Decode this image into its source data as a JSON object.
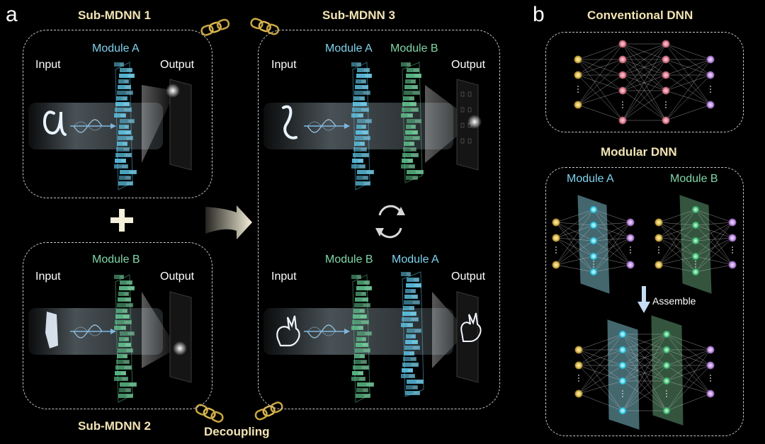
{
  "panel_a": {
    "letter": "a",
    "sub1": {
      "title": "Sub-MDNN 1",
      "input": "Input",
      "module": "Module A",
      "output": "Output"
    },
    "sub2": {
      "title": "Sub-MDNN 2",
      "input": "Input",
      "module": "Module B",
      "output": "Output"
    },
    "sub3": {
      "title": "Sub-MDNN 3",
      "top": {
        "input": "Input",
        "module1": "Module A",
        "module2": "Module B",
        "output": "Output"
      },
      "bottom": {
        "input": "Input",
        "module1": "Module B",
        "module2": "Module A",
        "output": "Output"
      }
    },
    "decoupling": "Decoupling"
  },
  "panel_b": {
    "letter": "b",
    "conventional_title": "Conventional DNN",
    "modular_title": "Modular DNN",
    "module_a": "Module A",
    "module_b": "Module B",
    "assemble": "Assemble"
  },
  "colors": {
    "title": "#f2e4b4",
    "module_a": "#7fd3ee",
    "module_b": "#7fd7a8",
    "node_input": "#e3c25a",
    "node_hidden_conv": "#e58a9c",
    "node_hidden_a": "#4fd8f0",
    "node_hidden_b": "#58c985",
    "node_output": "#c79be6"
  }
}
